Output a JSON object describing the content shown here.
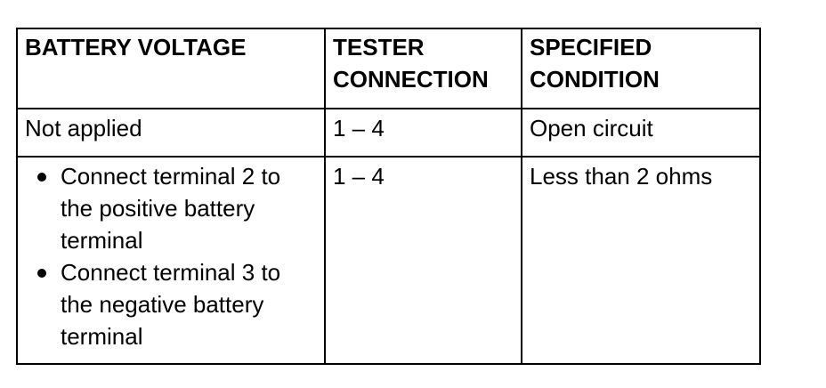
{
  "table": {
    "headers": [
      "BATTERY VOLTAGE",
      "TESTER CONNECTION",
      "SPECIFIED CONDITION"
    ],
    "rows": [
      {
        "battery_voltage": "Not applied",
        "tester_connection": "1 – 4",
        "specified_condition": "Open circuit"
      },
      {
        "battery_voltage_steps": [
          "Connect terminal 2 to the positive battery terminal",
          "Connect terminal 3 to the negative battery terminal"
        ],
        "tester_connection": "1 – 4",
        "specified_condition": "Less than 2 ohms"
      }
    ]
  }
}
